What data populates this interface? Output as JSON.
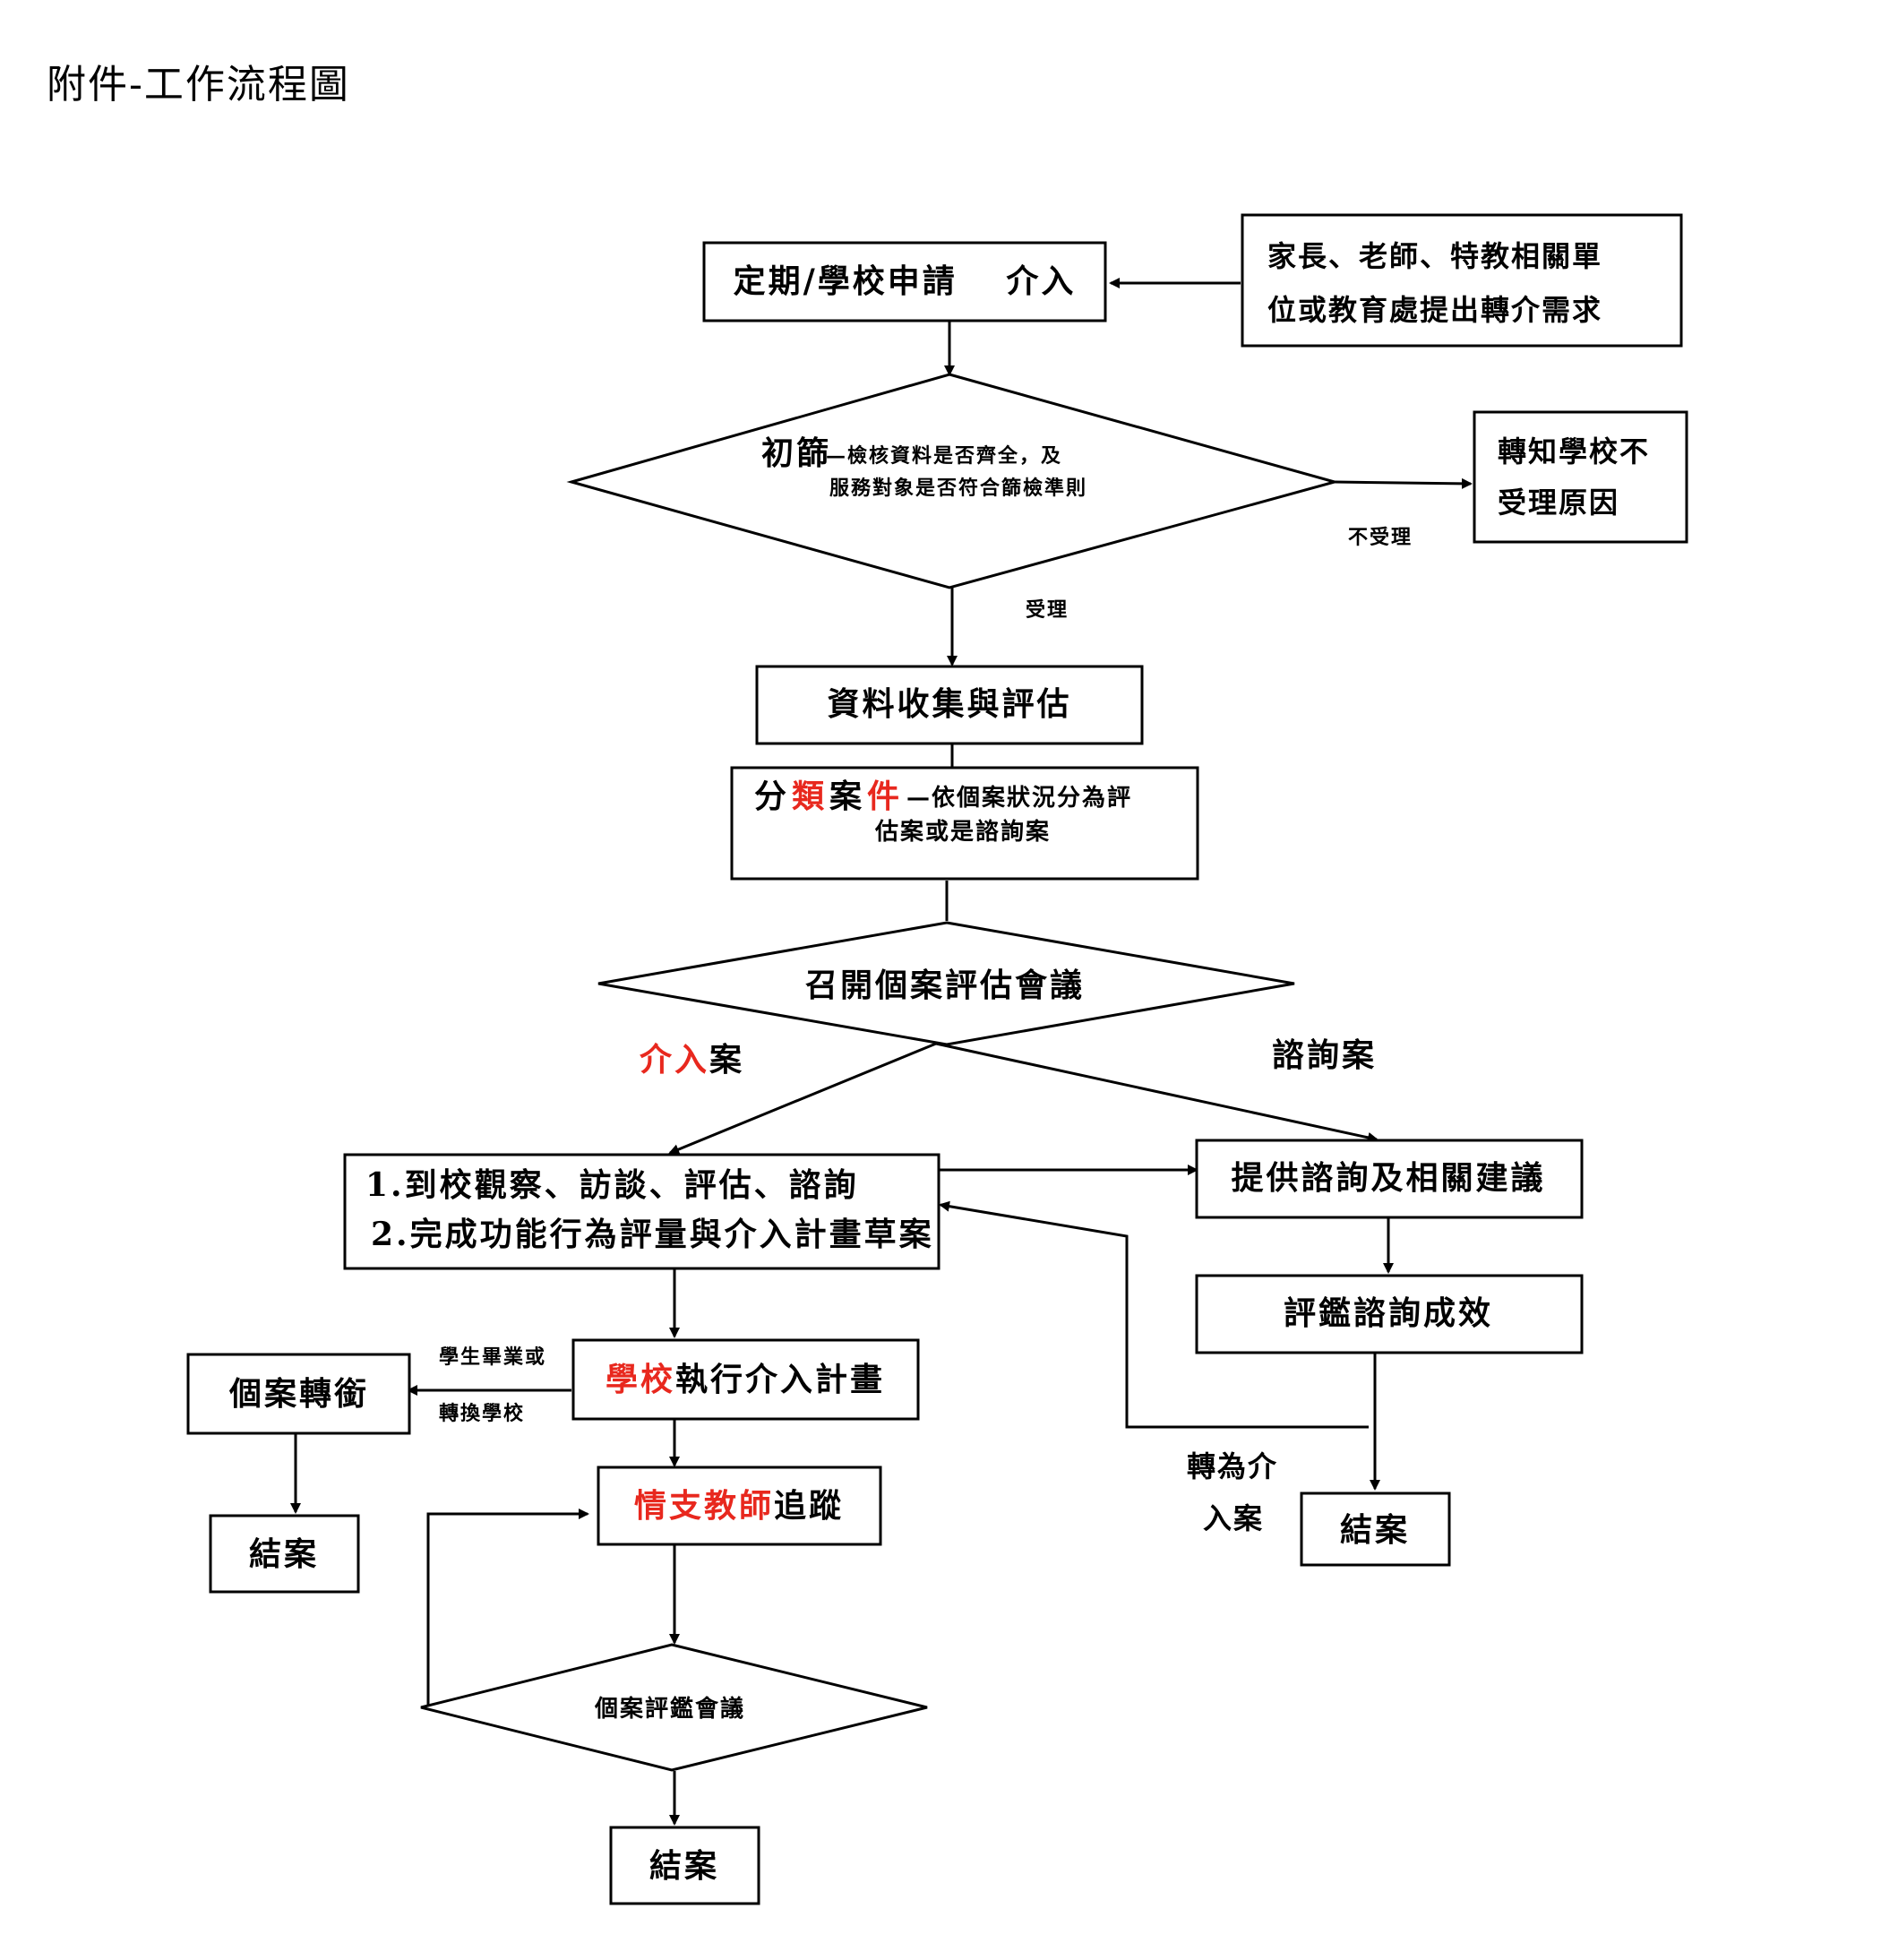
{
  "doc_title": "附件-工作流程圖",
  "colors": {
    "highlight": "#e8281e",
    "stroke": "#000000"
  },
  "nodes": {
    "apply": {
      "label": "定期/學校申請　 介入"
    },
    "referral": {
      "line1": "家長、老師、特教相關單",
      "line2": "位或教育處提出轉介需求"
    },
    "screen": {
      "head": "初篩",
      "line1": "—檢核資料是否齊全，及",
      "line2": "服務對象是否符合篩檢準則"
    },
    "notify": {
      "line1": "轉知學校不",
      "line2": "受理原因"
    },
    "collect": {
      "label": "資料收集與評估"
    },
    "classify": {
      "c1": "分",
      "c2": "類",
      "c3": "案",
      "c4": "件",
      "rest": "—依個案狀況分為評",
      "line2": "估案或是諮詢案"
    },
    "meeting": {
      "label": "召開個案評估會議"
    },
    "assess": {
      "line1": "1.到校觀察、訪談、評估、諮詢",
      "line2": "2.完成功能行為評量與介入計畫草案"
    },
    "consult": {
      "label": "提供諮詢及相關建議"
    },
    "evaluate": {
      "label": "評鑑諮詢成效"
    },
    "execute": {
      "red": "學校",
      "rest": "執行介入計畫"
    },
    "transfer": {
      "label": "個案轉銜"
    },
    "close_left": {
      "label": "結案"
    },
    "track": {
      "red": "情支教師",
      "rest": "追蹤"
    },
    "close_right": {
      "label": "結案"
    },
    "review": {
      "label": "個案評鑑會議"
    },
    "close_bottom": {
      "label": "結案"
    }
  },
  "edge_labels": {
    "reject": "不受理",
    "accept": "受理",
    "intervention_red": "介入",
    "intervention_rest": "案",
    "consultation": "諮詢案",
    "graduate": "學生畢業或",
    "change_school": "轉換學校",
    "to_intervention_1": "轉為介",
    "to_intervention_2": "入案"
  }
}
